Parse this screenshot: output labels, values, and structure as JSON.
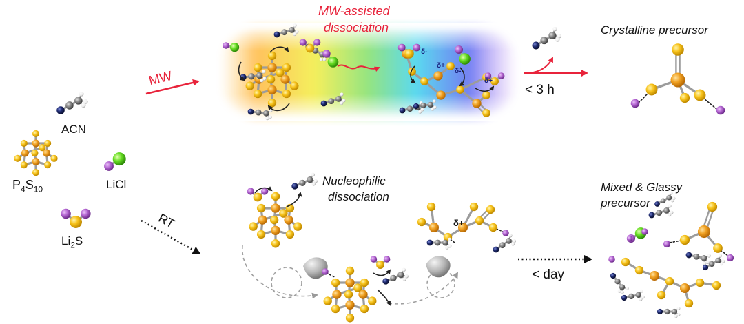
{
  "reagents": {
    "acn": "ACN",
    "p4s10": {
      "base": "P",
      "sub1": "4",
      "mid": "S",
      "sub2": "10"
    },
    "licl": "LiCl",
    "li2s": {
      "base": "Li",
      "sub": "2",
      "rest": "S"
    }
  },
  "top_path": {
    "condition": "MW",
    "stage_title_line1": "MW-assisted",
    "stage_title_line2": "dissociation",
    "time": "< 3 h",
    "product": "Crystalline precursor",
    "charge_minus": "δ-",
    "charge_plus": "δ+"
  },
  "bottom_path": {
    "condition": "RT",
    "stage_title_line1": "Nucleophilic",
    "stage_title_line2": "dissociation",
    "time": "< day",
    "product_line1": "Mixed & Glassy",
    "product_line2": "precursor",
    "charge_plus": "δ+"
  },
  "colors": {
    "phosphorus": "#f0a020",
    "sulfur": "#f7c21a",
    "lithium": "#b466d2",
    "chlorine": "#66dd22",
    "nitrogen": "#1e2a6e",
    "carbon": "#777777",
    "hydrogen": "#f2f2f2",
    "arrow_red": "#e8233b"
  }
}
